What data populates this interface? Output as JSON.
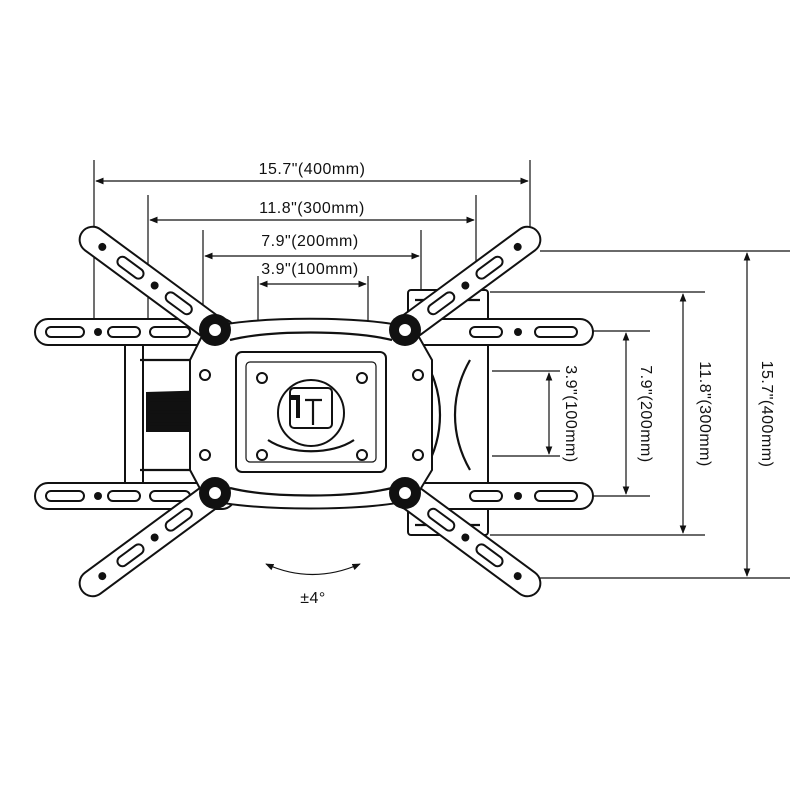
{
  "dimensions": {
    "horizontal": [
      {
        "label": "15.7\"(400mm)"
      },
      {
        "label": "11.8\"(300mm)"
      },
      {
        "label": "7.9\"(200mm)"
      },
      {
        "label": "3.9\"(100mm)"
      }
    ],
    "vertical": [
      {
        "label": "3.9\"(100mm)"
      },
      {
        "label": "7.9\"(200mm)"
      },
      {
        "label": "11.8\"(300mm)"
      },
      {
        "label": "15.7\"(400mm)"
      }
    ]
  },
  "tilt": {
    "label": "±4°"
  }
}
